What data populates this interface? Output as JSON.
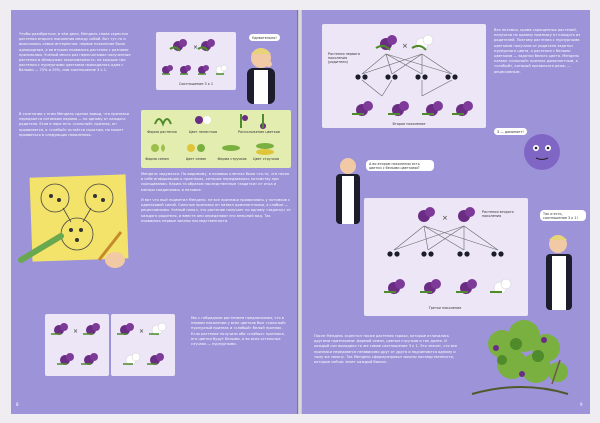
{
  "left_page": {
    "paragraph_1": "Чтобы разобраться, в чём дело, Мендель снова скрестил растения второго поколения между собой. Вот тут-то и выяснилось самое интересное: первое поколение было однородным, а во втором появились растения с разными признаками. Учёный много раз пересчитывал полученные растения и обнаружил закономерность: на каждые три растения с пурпурными цветками приходилось одно с белыми — 75% и 25%, или соотношение 3 к 1.",
    "paragraph_2": "В сочетании с этим Мендель сделал вывод, что признаки передаются потомкам парами — по одному от каждого родителя. Если в паре есть «сильный» признак, он проявляется, а «слабый» остаётся скрытым, но может проявиться в следующих поколениях.",
    "ratio_label": "Соотношение 3 к 1",
    "speech_left": "Удивительно!",
    "traits": [
      "Форма растения",
      "Цвет лепестков",
      "Расположение цветков",
      "Форма семян",
      "Цвет семян",
      "Форма стручков",
      "Цвет стручков"
    ],
    "paragraph_3": "Мендель задумался. По-видимому, в половых клетках было что-то, что несло в себе информацию о признаках, которые передавались потомству при скрещивании. Каким-то образом наследственные «задатки» от отца и матери соединялись в потомке.\n\nИ вот что ещё подметил Мендель: не все признаки проявлялись у потомков с одинаковой силой. Сильные признаки он назвал доминантными, а слабые — рецессивными. Учёный понял, что растение получает по одному «задатку» от каждого родителя, и вместе они определяют его внешний вид. Так появились первые законы наследственности.",
    "paragraph_4": "Мы с гибридным растением предположим, что в первом поколении у всех цветков был «сильный» пурпурный признак и «слабый» белый признак. Если растение получило оба «слабых» признака, его цветки будут белыми, а во всех остальных случаях — пурпурными.",
    "page_number_left": "8"
  },
  "right_page": {
    "parent_label": "Растения первого поколения (родители)",
    "second_generation_label": "Второе поколение",
    "question_callout": "А во втором поколении есть цветки с белыми цветками?",
    "second_generation_plants_label": "Растения второго поколения",
    "third_generation_label": "Третье поколение",
    "ratio_callout": "3 — доминант!",
    "speech_right": "Так и есть, соотношение 3 к 1!",
    "paragraph_right_top": "Все потомки, кроме скрещенных растений, получили по одному признаку от каждого из родителей. Поэтому растения с пурпурными цветками получили от родителя задатки пурпурного цвета, а растения с белыми цветками — задатки белого цвета. Мендель назвал «сильный» признак доминантным, а «слабый», который проявлялся реже, — рецессивным.",
    "paragraph_right_bottom": "После Мендель скрестил также растения гороха, которые отличались другими признаками: формой семян, цветом стручков и так далее. И каждый раз выходило то же самое соотношение 3 к 1. Это значит, что все признаки передаются независимо друг от друга и подчиняются одному и тому же закону. Так Мендель сформулировал законы наследственности, которые сейчас знает каждый биолог.",
    "page_number_right": "9"
  },
  "colors": {
    "page_background": "#9c93d9",
    "panel_lavender": "#ece6f7",
    "panel_green": "#e3edb0",
    "flower_purple": "#6a2d83",
    "flower_white": "#ffffff",
    "leaf_green": "#4f8a2b"
  }
}
